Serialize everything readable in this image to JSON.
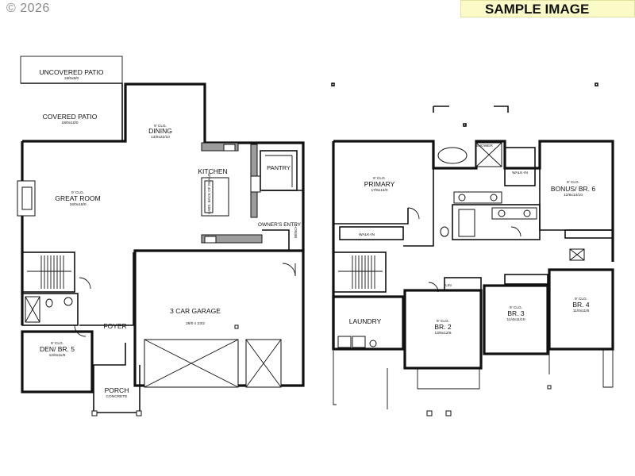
{
  "watermark": {
    "copyright": "© 2026"
  },
  "badge": {
    "label": "SAMPLE IMAGE"
  },
  "main_floor": {
    "uncovered_patio": {
      "name": "UNCOVERED PATIO",
      "dims": "18/0x8/0"
    },
    "covered_patio": {
      "name": "COVERED PATIO",
      "dims": "18/0x10/0"
    },
    "dining": {
      "ceiling": "9' CLG.",
      "name": "DINING",
      "dims": "13/0x22/10"
    },
    "great_room": {
      "ceiling": "9' CLG.",
      "name": "GREAT ROOM",
      "dims": "18/0x18/0"
    },
    "kitchen": {
      "name": "KITCHEN",
      "island_note": "CABS. BACK OF ISLAND"
    },
    "pantry": {
      "name": "PANTRY"
    },
    "owners_entry": {
      "name": "OWNER'S ENTRY"
    },
    "bench": "BENCH",
    "garage": {
      "name": "3 CAR GARAGE",
      "dims": "29/0 x 23/2"
    },
    "foyer": {
      "name": "FOYER"
    },
    "den": {
      "ceiling": "9' CLG.",
      "name": "DEN/ BR. 5",
      "dims": "12/0x11/6"
    },
    "porch": {
      "name": "PORCH",
      "note": "CONCRETE"
    }
  },
  "upper_floor": {
    "primary": {
      "ceiling": "9' CLG.",
      "name": "PRIMARY",
      "dims": "17/6x14/0"
    },
    "walk_in_primary": "WALK-IN",
    "walk_in_bath": "WALK-IN",
    "shower": "SHOWER",
    "bonus": {
      "ceiling": "9' CLG.",
      "name": "BONUS/ BR. 6",
      "dims": "12/6x14/10"
    },
    "laundry": {
      "name": "LAUNDRY"
    },
    "br2": {
      "ceiling": "9' CLG.",
      "name": "BR. 2",
      "dims": "13/6x12/6"
    },
    "br3": {
      "ceiling": "9' CLG.",
      "name": "BR. 3",
      "dims": "11/4x11/10"
    },
    "br4": {
      "ceiling": "9' CLG.",
      "name": "BR. 4",
      "dims": "11/0x11/8"
    },
    "linen": "LIN"
  }
}
